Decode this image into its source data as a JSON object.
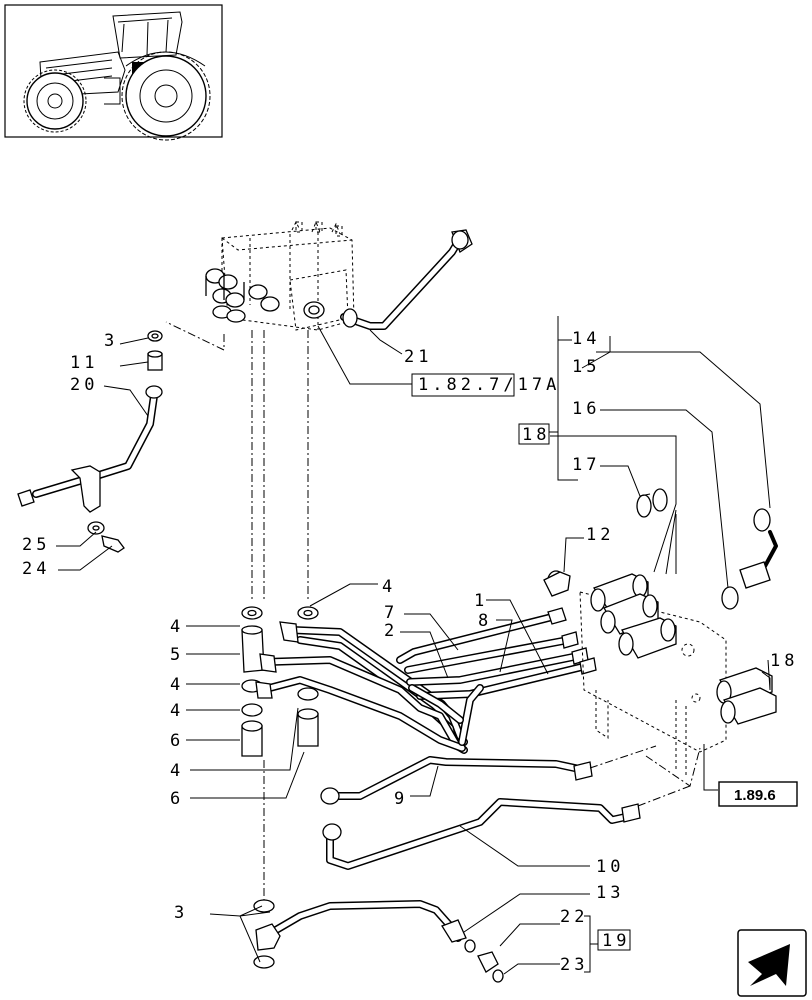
{
  "callouts": {
    "c1": "1",
    "c2": "2",
    "c3a": "3",
    "c3b": "3",
    "c4a": "4",
    "c4b": "4",
    "c4c": "4",
    "c4d": "4",
    "c4e": "4",
    "c5": "5",
    "c6a": "6",
    "c6b": "6",
    "c7": "7",
    "c8": "8",
    "c9": "9",
    "c10": "10",
    "c11": "11",
    "c12": "12",
    "c13": "13",
    "c14": "14",
    "c15": "15",
    "c16": "16",
    "c17": "17",
    "c18a": "18",
    "c18b": "18",
    "c19": "19",
    "c20": "20",
    "c21": "21",
    "c22": "22",
    "c23": "23",
    "c24": "24",
    "c25": "25"
  },
  "refs": {
    "ref_main": "1.82.7/17A",
    "ref_side": "1.89.6"
  },
  "icons": {
    "thumbnail": "tractor-thumbnail",
    "nav": "next-page-arrow-icon"
  }
}
